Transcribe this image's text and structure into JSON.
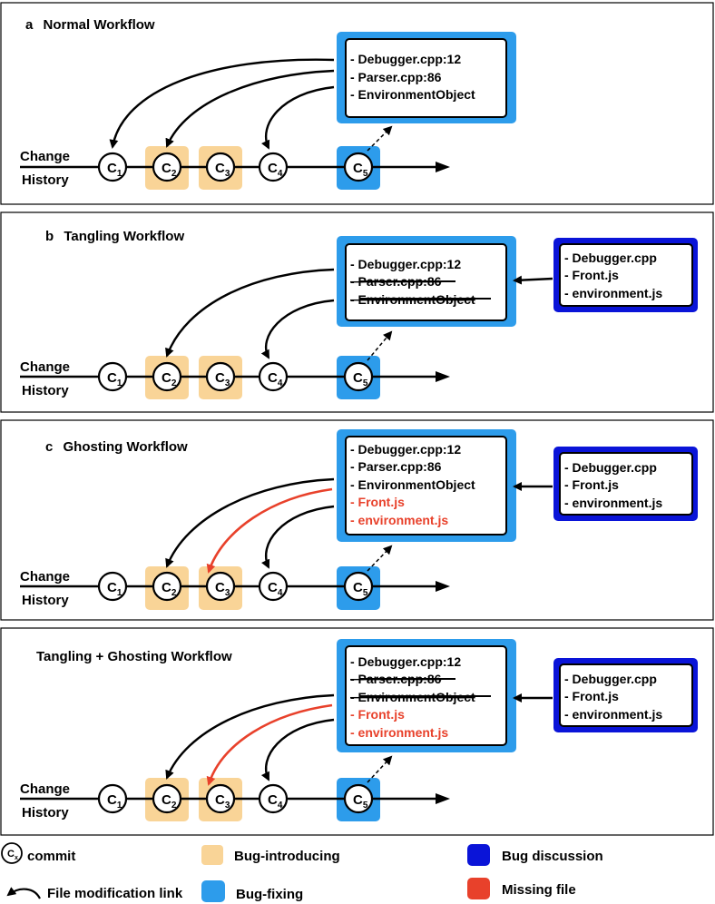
{
  "colors": {
    "bug_introducing": "#F9D497",
    "bug_fixing": "#2D9CEB",
    "bug_discussion": "#0A14D8",
    "missing_file": "#E8412B",
    "border": "#000000"
  },
  "panels": [
    {
      "letter": "a",
      "title": "Normal Workflow",
      "history_labels": [
        "Change",
        "History"
      ],
      "commits": [
        "C1",
        "C2",
        "C3",
        "C4",
        "C5"
      ],
      "fix_box_lines": [
        {
          "text": "- Debugger.cpp:12",
          "style": "normal"
        },
        {
          "text": "- Parser.cpp:86",
          "style": "normal"
        },
        {
          "text": "- EnvironmentObject",
          "style": "normal"
        }
      ],
      "discussion_box": []
    },
    {
      "letter": "b",
      "title": "Tangling Workflow",
      "history_labels": [
        "Change",
        "History"
      ],
      "commits": [
        "C1",
        "C2",
        "C3",
        "C4",
        "C5"
      ],
      "fix_box_lines": [
        {
          "text": "- Debugger.cpp:12",
          "style": "normal"
        },
        {
          "text": "- Parser.cpp:86",
          "style": "strike"
        },
        {
          "text": "- EnvironmentObject",
          "style": "strike"
        }
      ],
      "discussion_box": [
        "- Debugger.cpp",
        "- Front.js",
        "- environment.js"
      ]
    },
    {
      "letter": "c",
      "title": "Ghosting Workflow",
      "history_labels": [
        "Change",
        "History"
      ],
      "commits": [
        "C1",
        "C2",
        "C3",
        "C4",
        "C5"
      ],
      "fix_box_lines": [
        {
          "text": "- Debugger.cpp:12",
          "style": "normal"
        },
        {
          "text": "- Parser.cpp:86",
          "style": "normal"
        },
        {
          "text": "- EnvironmentObject",
          "style": "normal"
        },
        {
          "text": "- Front.js",
          "style": "missing"
        },
        {
          "text": "- environment.js",
          "style": "missing"
        }
      ],
      "discussion_box": [
        "- Debugger.cpp",
        "- Front.js",
        "- environment.js"
      ]
    },
    {
      "letter": "",
      "title": "Tangling + Ghosting Workflow",
      "history_labels": [
        "Change",
        "History"
      ],
      "commits": [
        "C1",
        "C2",
        "C3",
        "C4",
        "C5"
      ],
      "fix_box_lines": [
        {
          "text": "- Debugger.cpp:12",
          "style": "normal"
        },
        {
          "text": "- Parser.cpp:86",
          "style": "strike"
        },
        {
          "text": "- EnvironmentObject",
          "style": "strike"
        },
        {
          "text": "- Front.js",
          "style": "missing"
        },
        {
          "text": "- environment.js",
          "style": "missing"
        }
      ],
      "discussion_box": [
        "- Debugger.cpp",
        "- Front.js",
        "- environment.js"
      ]
    }
  ],
  "legend": {
    "commit_symbol": "Cx",
    "commit": "commit",
    "file_link": "File modification link",
    "bug_introducing": "Bug-introducing",
    "bug_fixing": "Bug-fixing",
    "bug_discussion": "Bug discussion",
    "missing_file": "Missing file"
  }
}
